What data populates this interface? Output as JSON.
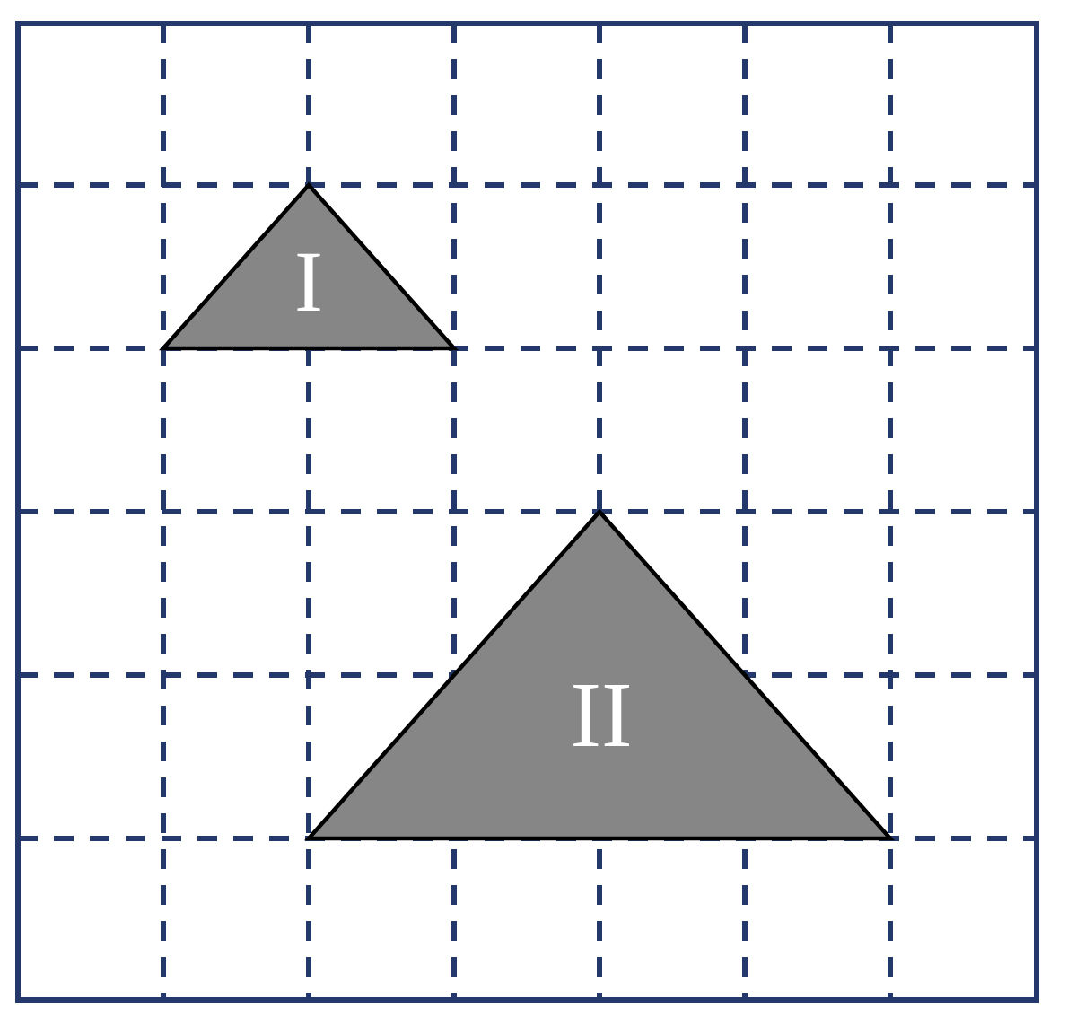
{
  "colors": {
    "grid": "#24386b",
    "frame": "#24386b",
    "shape_fill": "#868686",
    "shape_stroke": "#000000",
    "label_text": "#ffffff",
    "background": "#ffffff"
  },
  "grid": {
    "columns": 7,
    "rows": 6,
    "line_style": "dashed"
  },
  "shapes": [
    {
      "id": "triangle-i",
      "label": "I",
      "vertices": [
        [
          1,
          4
        ],
        [
          2,
          5
        ],
        [
          3,
          4
        ]
      ]
    },
    {
      "id": "triangle-ii",
      "label": "II",
      "vertices": [
        [
          2,
          1
        ],
        [
          4,
          3
        ],
        [
          6,
          1
        ]
      ]
    }
  ]
}
